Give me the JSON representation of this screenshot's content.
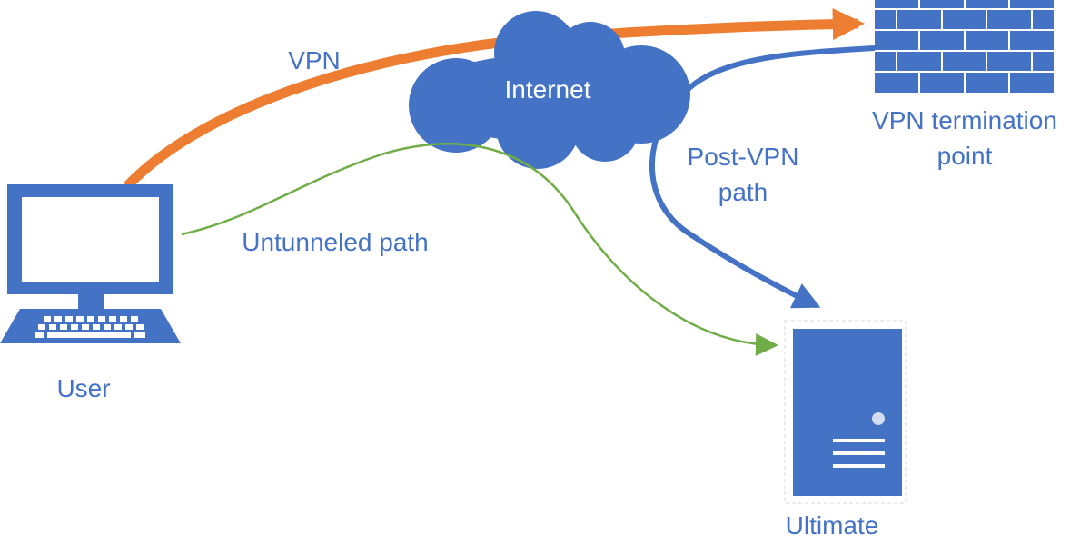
{
  "colors": {
    "blue": "#4472C4",
    "orange": "#ED7D31",
    "green": "#70AD47",
    "white": "#FFFFFF",
    "firewall_mortar": "#FFFFFF",
    "server_frame": "#D9D9D9"
  },
  "nodes": {
    "user": {
      "label": "User",
      "icon": "laptop-icon"
    },
    "internet": {
      "label": "Internet",
      "icon": "cloud-icon"
    },
    "vpn_termination": {
      "label_line1": "VPN termination",
      "label_line2": "point",
      "icon": "firewall-icon"
    },
    "ultimate": {
      "label": "Ultimate",
      "icon": "server-icon"
    }
  },
  "edges": {
    "vpn": {
      "label": "VPN",
      "from": "User",
      "to": "VPN termination point",
      "color": "#ED7D31"
    },
    "post_vpn": {
      "label_line1": "Post-VPN",
      "label_line2": "path",
      "from": "VPN termination point",
      "to": "Ultimate",
      "color": "#4472C4"
    },
    "untunneled": {
      "label": "Untunneled path",
      "from": "User",
      "to": "Ultimate",
      "color": "#70AD47"
    }
  }
}
